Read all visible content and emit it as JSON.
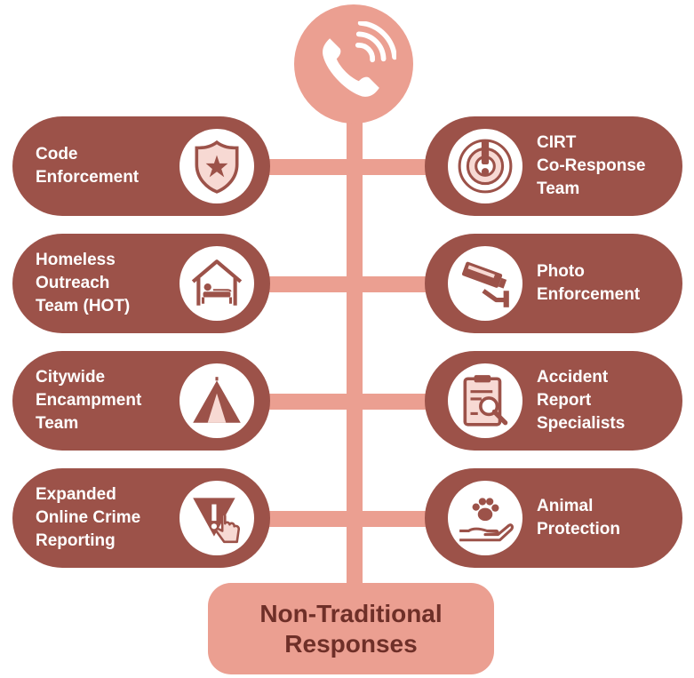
{
  "colors": {
    "pill": "#9c5249",
    "connector": "#eb9f91",
    "icon": "#9c5249",
    "title_text": "#6e2f28",
    "pill_text": "#ffffff",
    "icon_bg": "#ffffff"
  },
  "header": {
    "icon": "phone-ringing-icon"
  },
  "left_items": [
    {
      "lines": [
        "Code",
        "Enforcement"
      ],
      "icon": "police-badge-icon"
    },
    {
      "lines": [
        "Homeless",
        "Outreach",
        "Team (HOT)"
      ],
      "icon": "house-bed-icon"
    },
    {
      "lines": [
        "Citywide",
        "Encampment",
        "Team"
      ],
      "icon": "tent-icon"
    },
    {
      "lines": [
        "Expanded",
        "Online Crime",
        "Reporting"
      ],
      "icon": "alert-tap-icon"
    }
  ],
  "right_items": [
    {
      "lines": [
        "CIRT",
        "Co-Response",
        "Team"
      ],
      "icon": "alert-target-icon"
    },
    {
      "lines": [
        "Photo",
        "Enforcement"
      ],
      "icon": "security-camera-icon"
    },
    {
      "lines": [
        "Accident",
        "Report",
        "Specialists"
      ],
      "icon": "clipboard-search-icon"
    },
    {
      "lines": [
        "Animal",
        "Protection"
      ],
      "icon": "paw-hand-icon"
    }
  ],
  "footer": {
    "title_lines": [
      "Non-Traditional",
      "Responses"
    ]
  }
}
